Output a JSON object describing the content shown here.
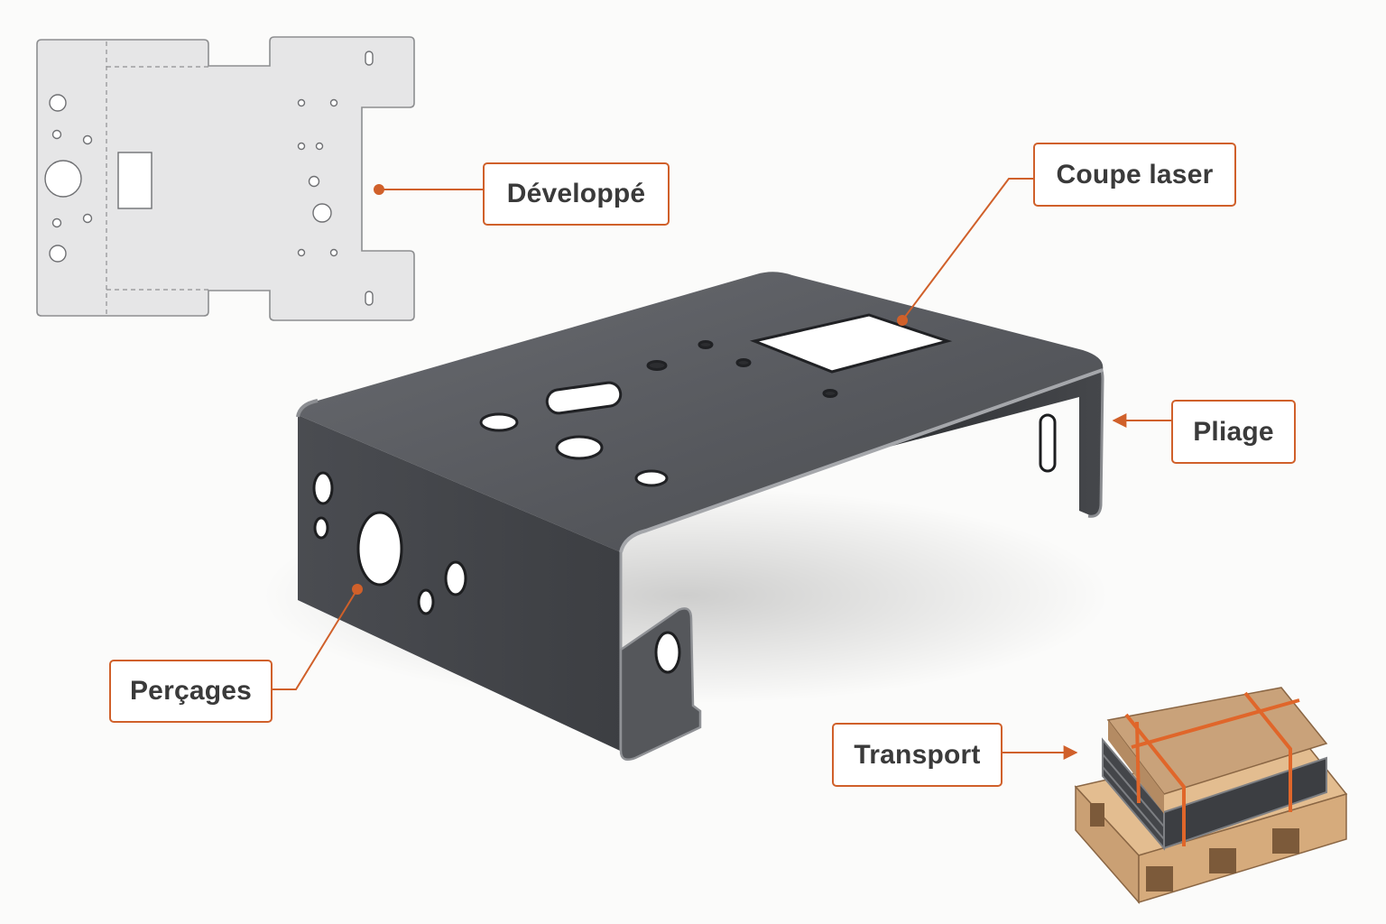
{
  "labels": {
    "developpe": "Développé",
    "coupe_laser": "Coupe laser",
    "pliage": "Pliage",
    "percages": "Perçages",
    "transport": "Transport"
  },
  "colors": {
    "accent": "#d0602a",
    "metal_dark": "#4a4c50",
    "flat_sheet": "#e6e6e7",
    "cardboard": "#c9a27a",
    "pallet_wood": "#d6ab7c"
  }
}
